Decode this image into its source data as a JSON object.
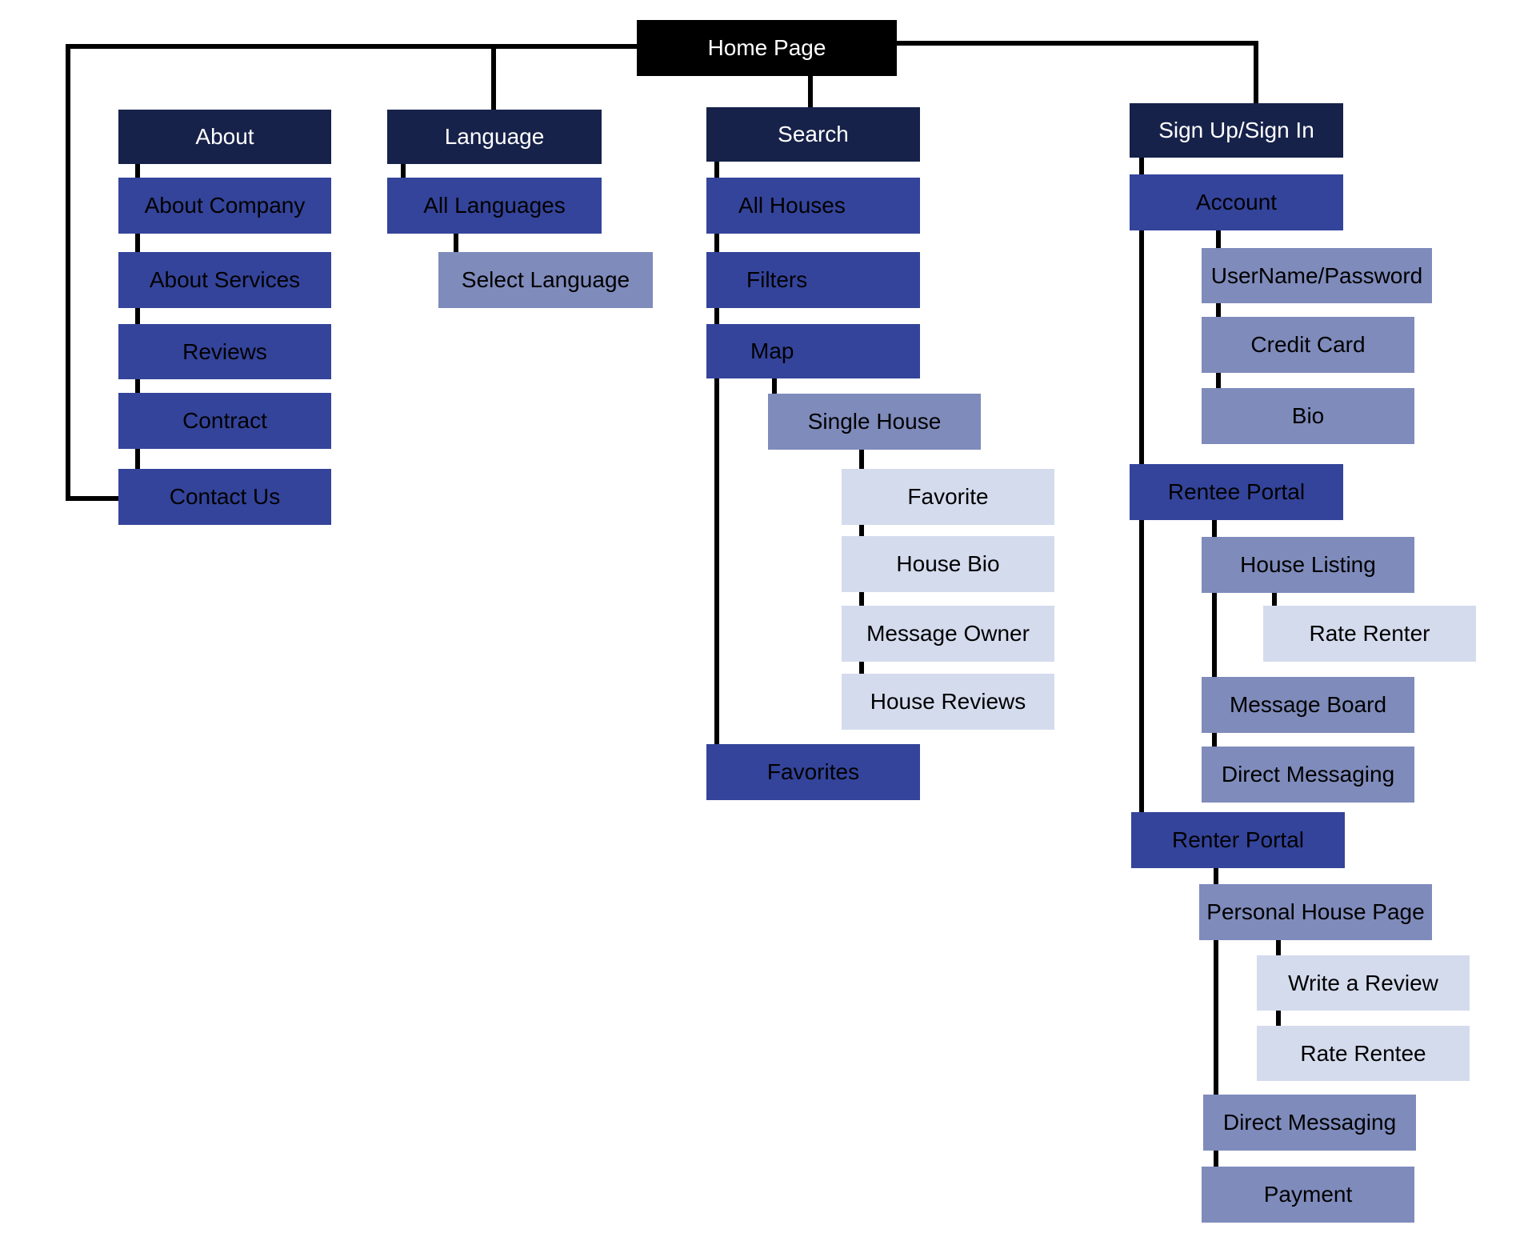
{
  "colors": {
    "root_bg": "#000000",
    "header_bg": "#17224a",
    "level1_bg": "#34449b",
    "level2_bg": "#7f8bbb",
    "level3_bg": "#d4dbed",
    "line": "#000000"
  },
  "nodes": {
    "home": "Home Page",
    "about": "About",
    "about_company": "About Company",
    "about_services": "About Services",
    "reviews": "Reviews",
    "contract": "Contract",
    "contact_us": "Contact Us",
    "language": "Language",
    "all_languages": "All Languages",
    "select_language": "Select Language",
    "search": "Search",
    "all_houses": "All Houses",
    "filters": "Filters",
    "map": "Map",
    "single_house": "Single House",
    "favorite": "Favorite",
    "house_bio": "House Bio",
    "message_owner": "Message Owner",
    "house_reviews": "House Reviews",
    "favorites": "Favorites",
    "signup": "Sign Up/Sign In",
    "account": "Account",
    "username_password": "UserName/Password",
    "credit_card": "Credit Card",
    "bio": "Bio",
    "rentee_portal": "Rentee Portal",
    "house_listing": "House Listing",
    "rate_renter": "Rate Renter",
    "message_board": "Message Board",
    "direct_messaging_rentee": "Direct Messaging",
    "renter_portal": "Renter Portal",
    "personal_house_page": "Personal House Page",
    "write_a_review": "Write a Review",
    "rate_rentee": "Rate Rentee",
    "direct_messaging_renter": "Direct Messaging",
    "payment": "Payment"
  }
}
